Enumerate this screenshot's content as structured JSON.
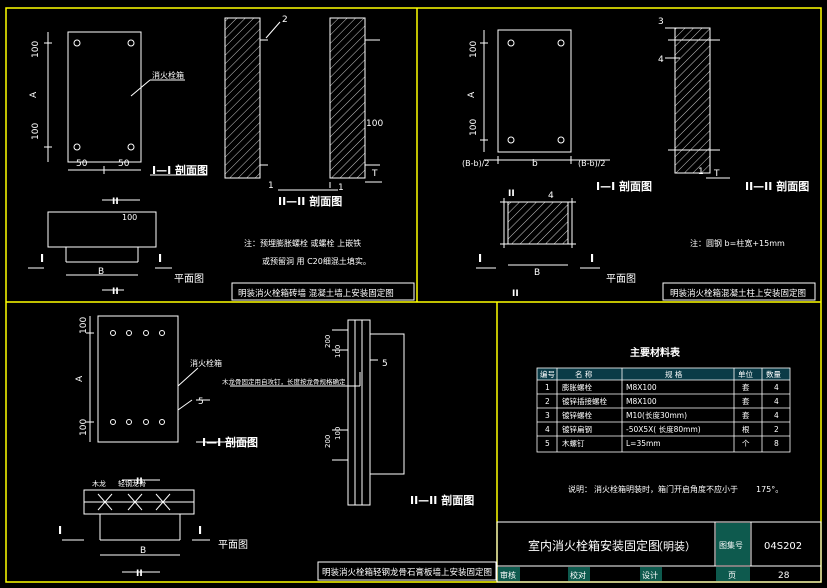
{
  "colors": {
    "background": "#000000",
    "frame": "#ffff00",
    "line": "#ffffff",
    "title_bar_fill": "#2a9d8f",
    "table_header_fill": "#00aeef"
  },
  "panel_top_left": {
    "dim_100_top": "100",
    "dim_A": "A",
    "dim_100_bottom": "100",
    "dim_50_left": "50",
    "dim_50_right": "50",
    "leader_label": "消火栓箱",
    "section_1": "I—I 剖面图",
    "section_2": "II—II 剖面图",
    "callout_2": "2",
    "callout_1": "1",
    "callout_1b": "1",
    "dim_100_wall": "100",
    "dim_T": "T",
    "mark_II_top": "II",
    "dim_100_plan": "100",
    "dim_B": "B",
    "mark_I_left": "I",
    "mark_I_right": "I",
    "mark_II_bottom": "II",
    "plan_label": "平面图",
    "note_line1": "注：预埋膨胀螺栓 或螺栓 上嵌铁",
    "note_line2": "或预留洞 用 C20细混土填实。",
    "title": "明装消火栓箱砖墙 混凝土墙上安装固定图"
  },
  "panel_top_right": {
    "callout_3": "3",
    "callout_4": "4",
    "dim_100_top": "100",
    "dim_A": "A",
    "dim_100_bottom": "100",
    "dim_bb_left": "(B-b)/2",
    "dim_b": "b",
    "dim_bb_right": "(B-b)/2",
    "section_1": "I—I 剖面图",
    "section_2": "II—II 剖面图",
    "callout_1": "1",
    "dim_T": "T",
    "mark_II_top": "II",
    "callout_4b": "4",
    "mark_I_left": "I",
    "mark_I_right": "I",
    "dim_B": "B",
    "mark_II_bottom": "II",
    "plan_label": "平面图",
    "note": "注：圆钢  b=柱宽+15mm",
    "title": "明装消火栓箱混凝土柱上安装固定图"
  },
  "panel_bottom_left": {
    "dim_100_top": "100",
    "dim_A": "A",
    "dim_100_bottom": "100",
    "leader_label": "消火栓箱",
    "callout_5": "5",
    "leader_note": "木龙骨固定用自攻钉，长度按龙骨规格确定",
    "callout_5b": "5",
    "dim_v1": "200",
    "dim_v2": "100",
    "dim_v3": "200",
    "dim_v4": "100",
    "section_1": "I—I 剖面图",
    "section_2": "II—II 剖面图",
    "plan_note1": "木龙",
    "plan_note2": "轻钢龙骨",
    "mark_II_top": "II",
    "mark_I_left": "I",
    "mark_I_right": "I",
    "dim_B": "B",
    "mark_II_bottom": "II",
    "plan_label": "平面图",
    "title": "明装消火栓箱轻钢龙骨石膏板墙上安装固定图"
  },
  "material_table": {
    "heading": "主要材料表",
    "columns": [
      "编号",
      "名  称",
      "规  格",
      "单位",
      "数量"
    ],
    "rows": [
      [
        "1",
        "膨胀螺栓",
        "M8X100",
        "套",
        "4"
      ],
      [
        "2",
        "镀锌插接螺栓",
        "M8X100",
        "套",
        "4"
      ],
      [
        "3",
        "镀锌螺栓",
        "M10(长度30mm)",
        "套",
        "4"
      ],
      [
        "4",
        "镀锌扁钢",
        "-50X5X(   长度80mm)",
        "根",
        "2"
      ],
      [
        "5",
        "木螺钉",
        "L=35mm",
        "个",
        "8"
      ]
    ],
    "explanation_prefix": "说明：",
    "explanation": "消火栓箱明装时，箱门开启角度不应小于",
    "explanation_value": "175°。"
  },
  "title_block": {
    "drawing_title": "室内消火栓箱安装固定图",
    "drawing_subtitle": "（明装）",
    "atlas_label": "图集号",
    "atlas_number": "04S202",
    "review_label": "审核",
    "check_label": "校对",
    "design_label": "设计",
    "page_label": "页",
    "page_number": "28"
  }
}
